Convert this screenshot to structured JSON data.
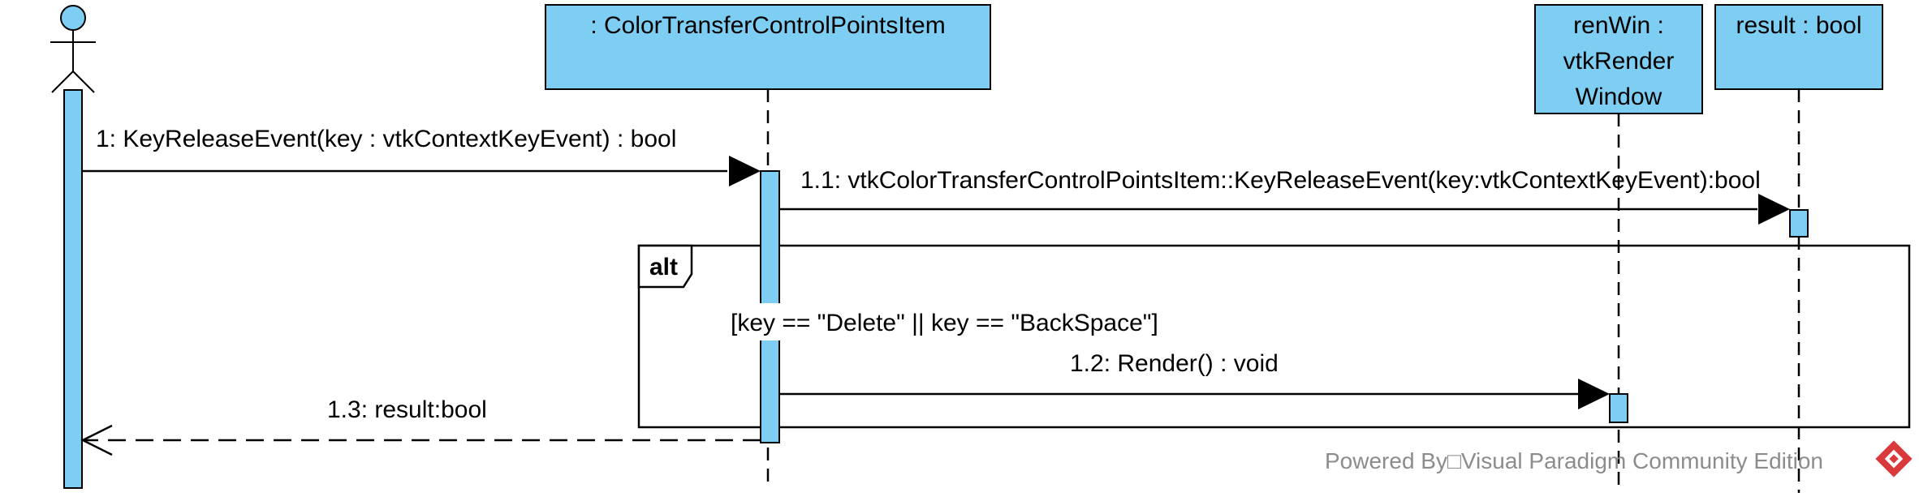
{
  "diagram": {
    "lifelines": {
      "color_item": ": ColorTransferControlPointsItem",
      "renwin": [
        "renWin :",
        "vtkRender",
        "Window"
      ],
      "result": "result : bool"
    },
    "messages": {
      "m1": "1: KeyReleaseEvent(key : vtkContextKeyEvent) : bool",
      "m1_1": "1.1: vtkColorTransferControlPointsItem::KeyReleaseEvent(key:vtkContextKeyEvent):bool",
      "m1_2": "1.2: Render() : void",
      "m1_3": "1.3: result:bool"
    },
    "fragment": {
      "operator": "alt",
      "guard": "[key == \"Delete\" || key == \"BackSpace\"]"
    },
    "watermark": "Powered By□Visual Paradigm Community Edition"
  },
  "colors": {
    "fill": "#7ecef4",
    "stroke": "#000000",
    "watermark": "#8c8c8c",
    "logo": "#d9393b"
  }
}
